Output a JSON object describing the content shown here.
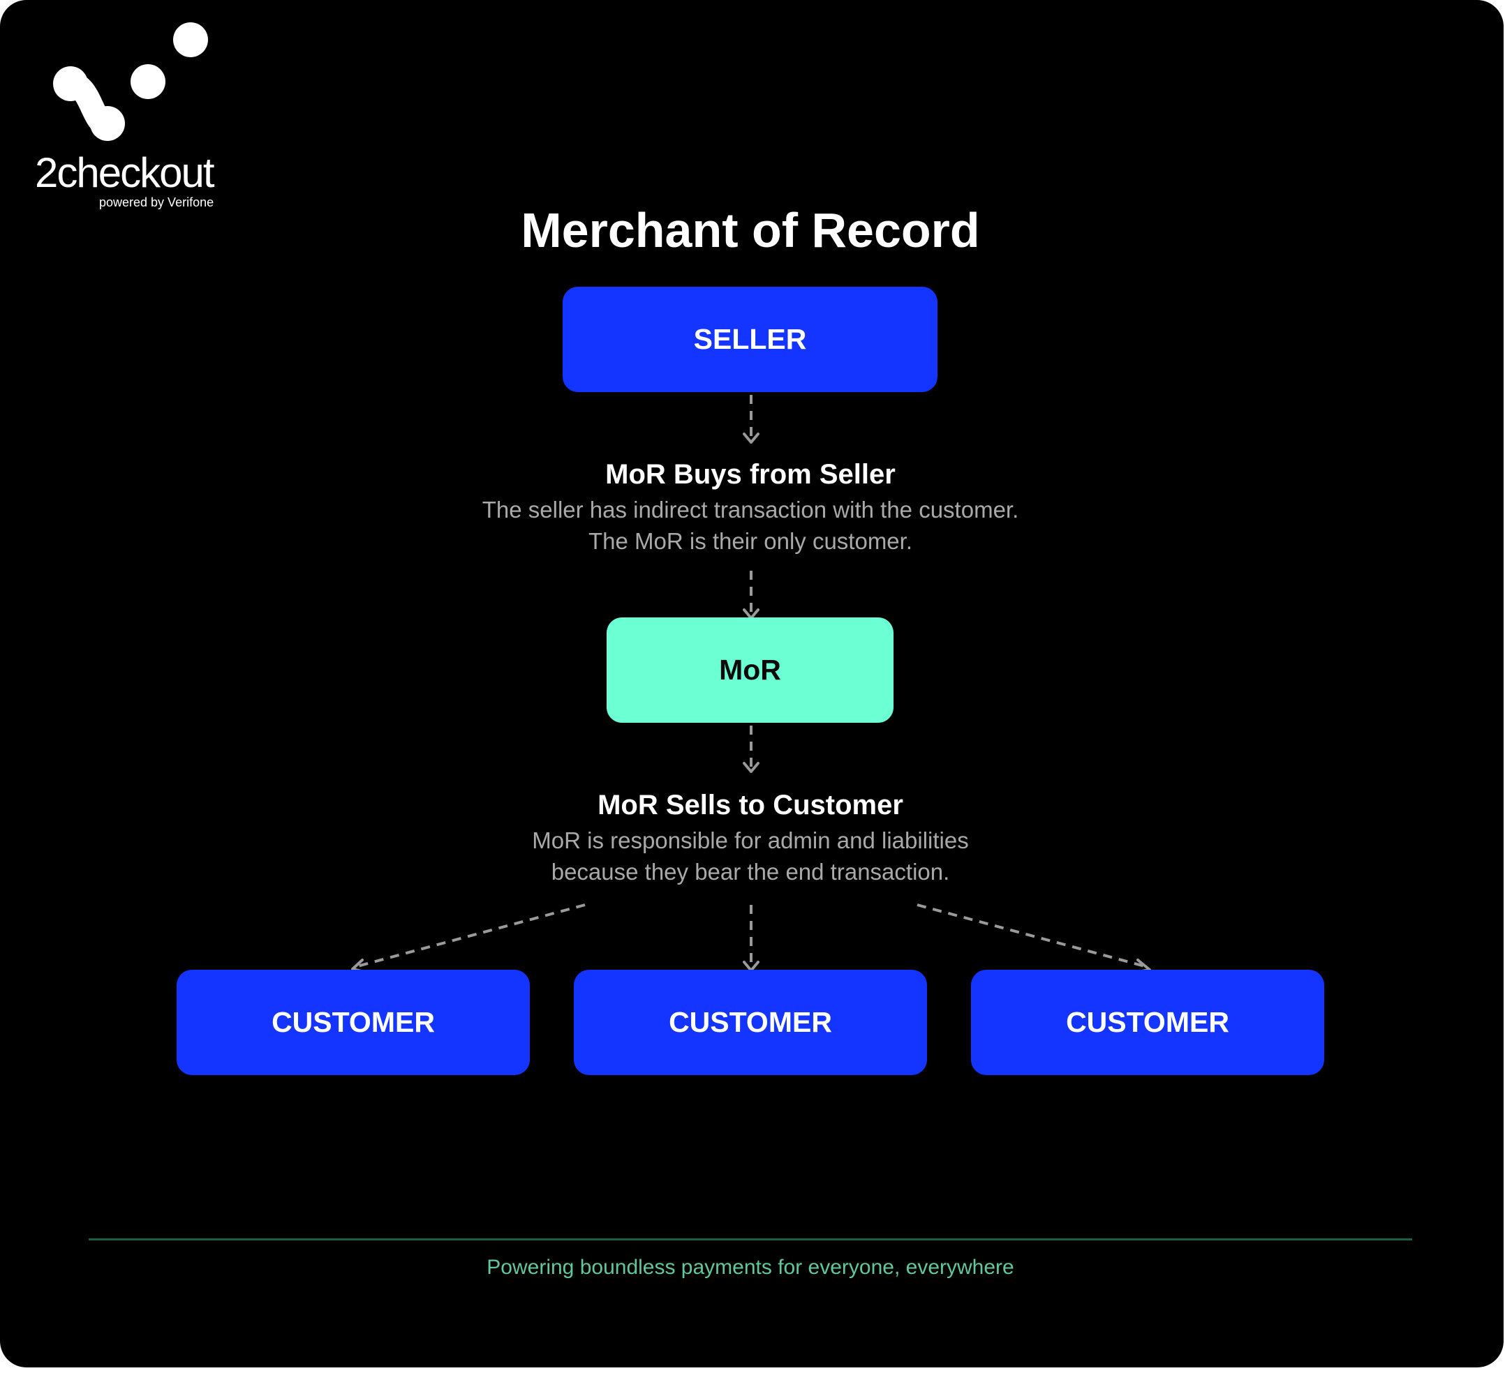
{
  "brand": {
    "name": "2checkout",
    "tagline": "powered by Verifone",
    "logo_icon": "2checkout-dots-logo-icon"
  },
  "title": "Merchant of Record",
  "nodes": {
    "seller": "SELLER",
    "mor": "MoR",
    "customers": [
      "CUSTOMER",
      "CUSTOMER",
      "CUSTOMER"
    ]
  },
  "steps": {
    "buys": {
      "heading": "MoR Buys from Seller",
      "lines": [
        "The seller has indirect transaction with the customer.",
        "The MoR is their only customer."
      ]
    },
    "sells": {
      "heading": "MoR Sells to Customer",
      "lines": [
        "MoR is responsible for admin and liabilities",
        "because they bear the end transaction."
      ]
    }
  },
  "footer": {
    "text": "Powering boundless payments for everyone, everywhere"
  },
  "colors": {
    "background": "#000000",
    "primary_blue": "#1434ff",
    "mint": "#6dffd4",
    "muted_text": "#a9a9a9",
    "footer_green": "#62c79d",
    "connector": "#9a9a9a"
  }
}
